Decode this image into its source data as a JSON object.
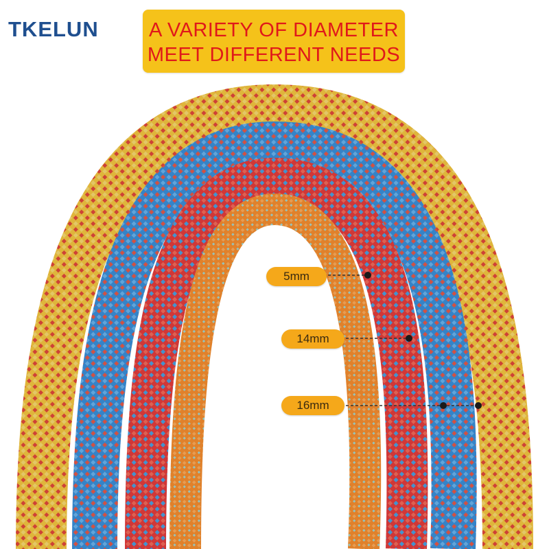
{
  "brand": {
    "name": "TKELUN",
    "color": "#1f4f8f"
  },
  "banner": {
    "line1": "A VARIETY OF DIAMETER",
    "line2": "MEET DIFFERENT NEEDS",
    "background": "#f5c21a",
    "text_color": "#e0181a"
  },
  "labels": {
    "small": "5mm",
    "medium": "14mm",
    "large": "16mm"
  },
  "ropes": [
    {
      "color": "#f2c540",
      "pattern_color": "#e0483a"
    },
    {
      "color": "#3a8fd8",
      "pattern_color": "#e25a4a"
    },
    {
      "color": "#e23c3c",
      "pattern_color": "#4aa0e0"
    },
    {
      "color": "#ee8a2e",
      "pattern_color": "#9fd0c8"
    }
  ]
}
